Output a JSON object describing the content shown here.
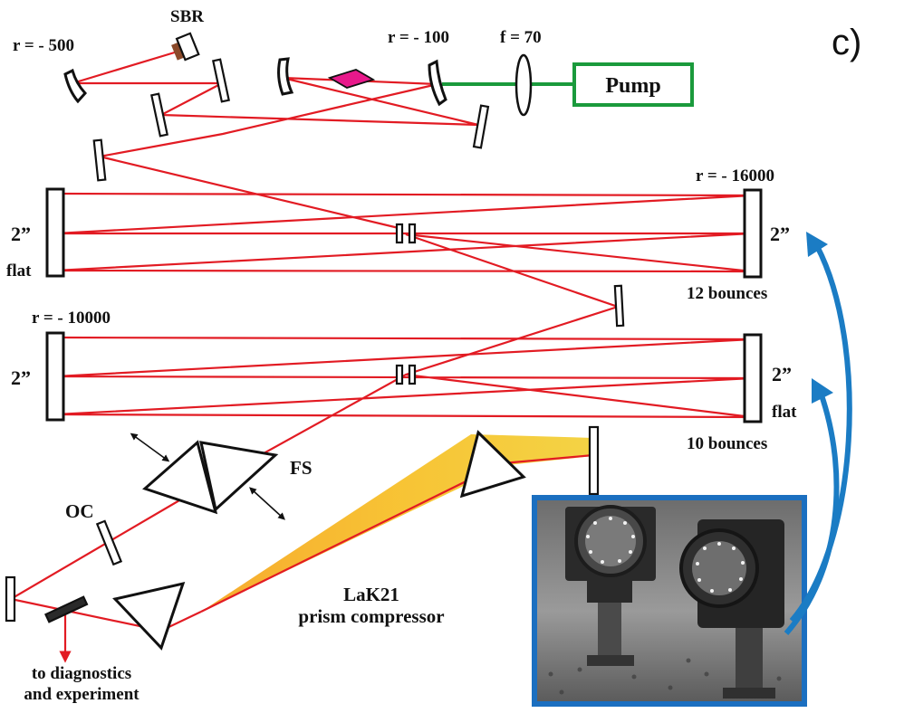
{
  "panel_label": "c)",
  "colors": {
    "beam": "#e21b23",
    "pump_beam": "#1a9a3c",
    "pump_box": "#1a9a3c",
    "crystal": "#e8198b",
    "sbr": "#8b4a2a",
    "arrow_blue": "#1b7cc4",
    "photo_border": "#1b6fc0"
  },
  "labels": {
    "sbr": "SBR",
    "r500": "r = - 500",
    "r100": "r = - 100",
    "f70": "f = 70",
    "pump": "Pump",
    "r16000": "r = - 16000",
    "two_inch_a": "2”",
    "flat_a": "flat",
    "two_inch_b": "2”",
    "bounces12": "12 bounces",
    "r10000": "r = - 10000",
    "two_inch_c": "2”",
    "two_inch_d": "2”",
    "flat_d": "flat",
    "bounces10": "10 bounces",
    "fs": "FS",
    "oc": "OC",
    "lak_line1": "LaK21",
    "lak_line2": "prism compressor",
    "diag_line1": "to diagnostics",
    "diag_line2": "and experiment"
  },
  "icons": {
    "photo": "mirror-mount-photo-icon",
    "curved_arrow": "curved-arrow-icon",
    "double_arrow": "double-arrow-icon"
  }
}
